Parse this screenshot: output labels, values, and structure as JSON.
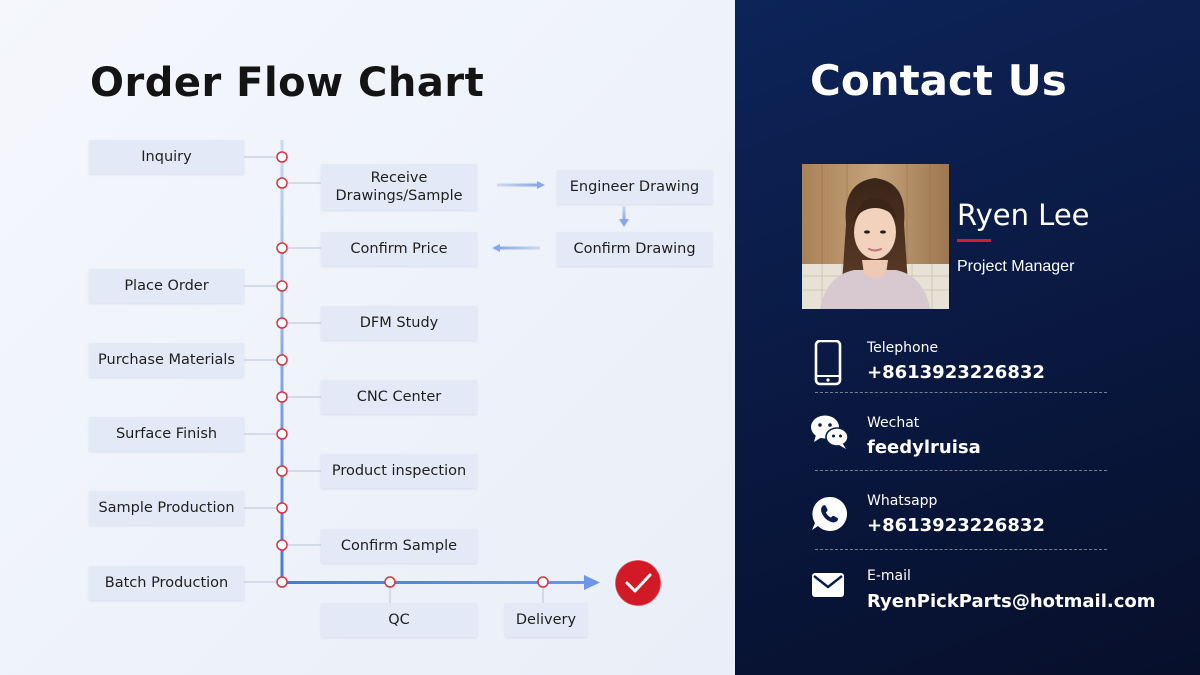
{
  "flow": {
    "title": "Order Flow Chart",
    "left_steps": [
      "Inquiry",
      "Place Order",
      "Purchase Materials",
      "Surface Finish",
      "Sample Production",
      "Batch Production"
    ],
    "right_steps": [
      "Receive Drawings/Sample",
      "Confirm Price",
      "DFM Study",
      "CNC Center",
      "Product inspection",
      "Confirm Sample"
    ],
    "engineer": [
      "Engineer Drawing",
      "Confirm Drawing"
    ],
    "bottom_steps": [
      "QC",
      "Delivery"
    ],
    "colors": {
      "timeline": "#5b86e0",
      "node_ring": "#d9333f",
      "check_badge": "#d11a26",
      "box": "#e3e9f6"
    }
  },
  "contact": {
    "title": "Contact Us",
    "name": "Ryen Lee",
    "role": "Project Manager",
    "accent": "#d0202d",
    "items": [
      {
        "label": "Telephone",
        "value": "+8613923226832",
        "icon": "phone-icon"
      },
      {
        "label": "Wechat",
        "value": "feedylruisa",
        "icon": "wechat-icon"
      },
      {
        "label": "Whatsapp",
        "value": "+8613923226832",
        "icon": "whatsapp-icon"
      },
      {
        "label": "E-mail",
        "value": "RyenPickParts@hotmail.com",
        "icon": "email-icon"
      }
    ]
  }
}
